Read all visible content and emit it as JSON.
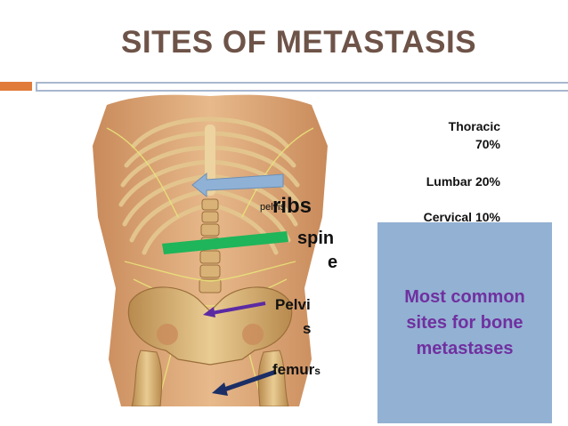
{
  "slide": {
    "title": "SITES OF METASTASIS"
  },
  "percentages": {
    "thoracic": "Thoracic",
    "thoracic_value": "70%",
    "lumbar": "Lumbar 20%",
    "cervical": "Cervical 10%"
  },
  "labels": {
    "pelvis_small": "pelvis",
    "ribs": "ribs",
    "spine_1": "spin",
    "spine_2": "e",
    "pelvis_1": "Pelvi",
    "pelvis_2": "s",
    "femur_main": "femur",
    "femur_suffix": "s"
  },
  "callout": {
    "line1": "Most common",
    "line2": "sites for bone",
    "line3": "metastases"
  },
  "colors": {
    "title": "#6e5348",
    "accent_orange": "#e07b39",
    "rule_blue_gray": "#a7b7ce",
    "callout_bg": "#93b1d3",
    "callout_text": "#7030a0",
    "arrow_ribs": "#8fb1d6",
    "arrow_spine": "#1fb55a",
    "arrow_pelvis": "#5b2aa3",
    "arrow_femur": "#1b2f66"
  }
}
